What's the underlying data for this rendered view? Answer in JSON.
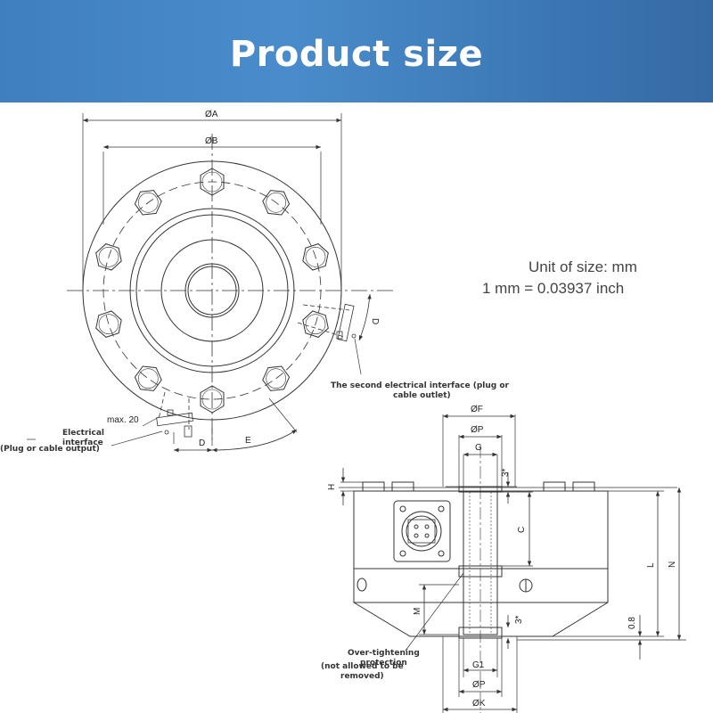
{
  "header": {
    "title": "Product size"
  },
  "units": {
    "line1": "Unit of size: mm",
    "line2": "1  mm = 0.03937 inch"
  },
  "top_view": {
    "dims": {
      "a": "ØA",
      "b": "ØB",
      "d_right": "D",
      "d_bottom": "D",
      "e": "E",
      "max": "max. 20"
    },
    "callouts": {
      "second_interface_1": "The second electrical interface (plug or",
      "second_interface_2": "cable outlet)",
      "electrical_1": "Electrical",
      "electrical_2": "interface",
      "electrical_3": "(Plug or cable output)"
    }
  },
  "side_view": {
    "dims": {
      "f": "ØF",
      "p_top": "ØP",
      "g": "G",
      "h": "H",
      "c": "C",
      "l": "L",
      "n": "N",
      "m": "M",
      "three_top": "3*",
      "three_bottom": "3*",
      "zero_eight": "0.8",
      "g1": "G1",
      "p_bottom": "ØP",
      "k": "ØK"
    },
    "callouts": {
      "overtight_1": "Over-tightening",
      "overtight_2": "protection",
      "overtight_3": "(not allowed to be",
      "overtight_4": "removed)"
    }
  }
}
